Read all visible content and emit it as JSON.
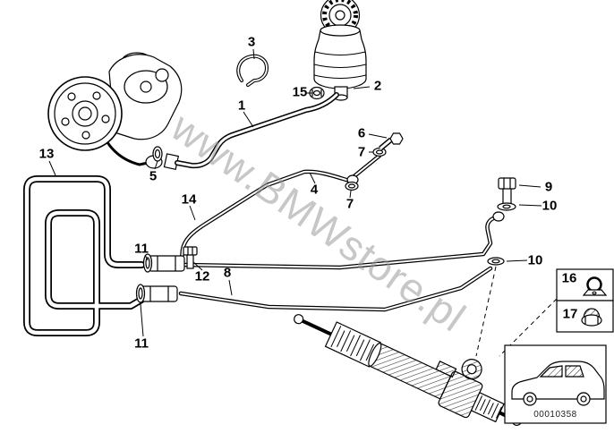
{
  "diagram": {
    "watermark": "www.BMWstore.pl",
    "doc_number": "00010358",
    "callouts": [
      "1",
      "2",
      "3",
      "4",
      "5",
      "6",
      "7",
      "7",
      "8",
      "9",
      "10",
      "10",
      "11",
      "11",
      "12",
      "13",
      "14",
      "15",
      "16",
      "17"
    ],
    "colors": {
      "background": "#ffffff",
      "line": "#000000",
      "watermark": "#9a9a9a"
    }
  }
}
